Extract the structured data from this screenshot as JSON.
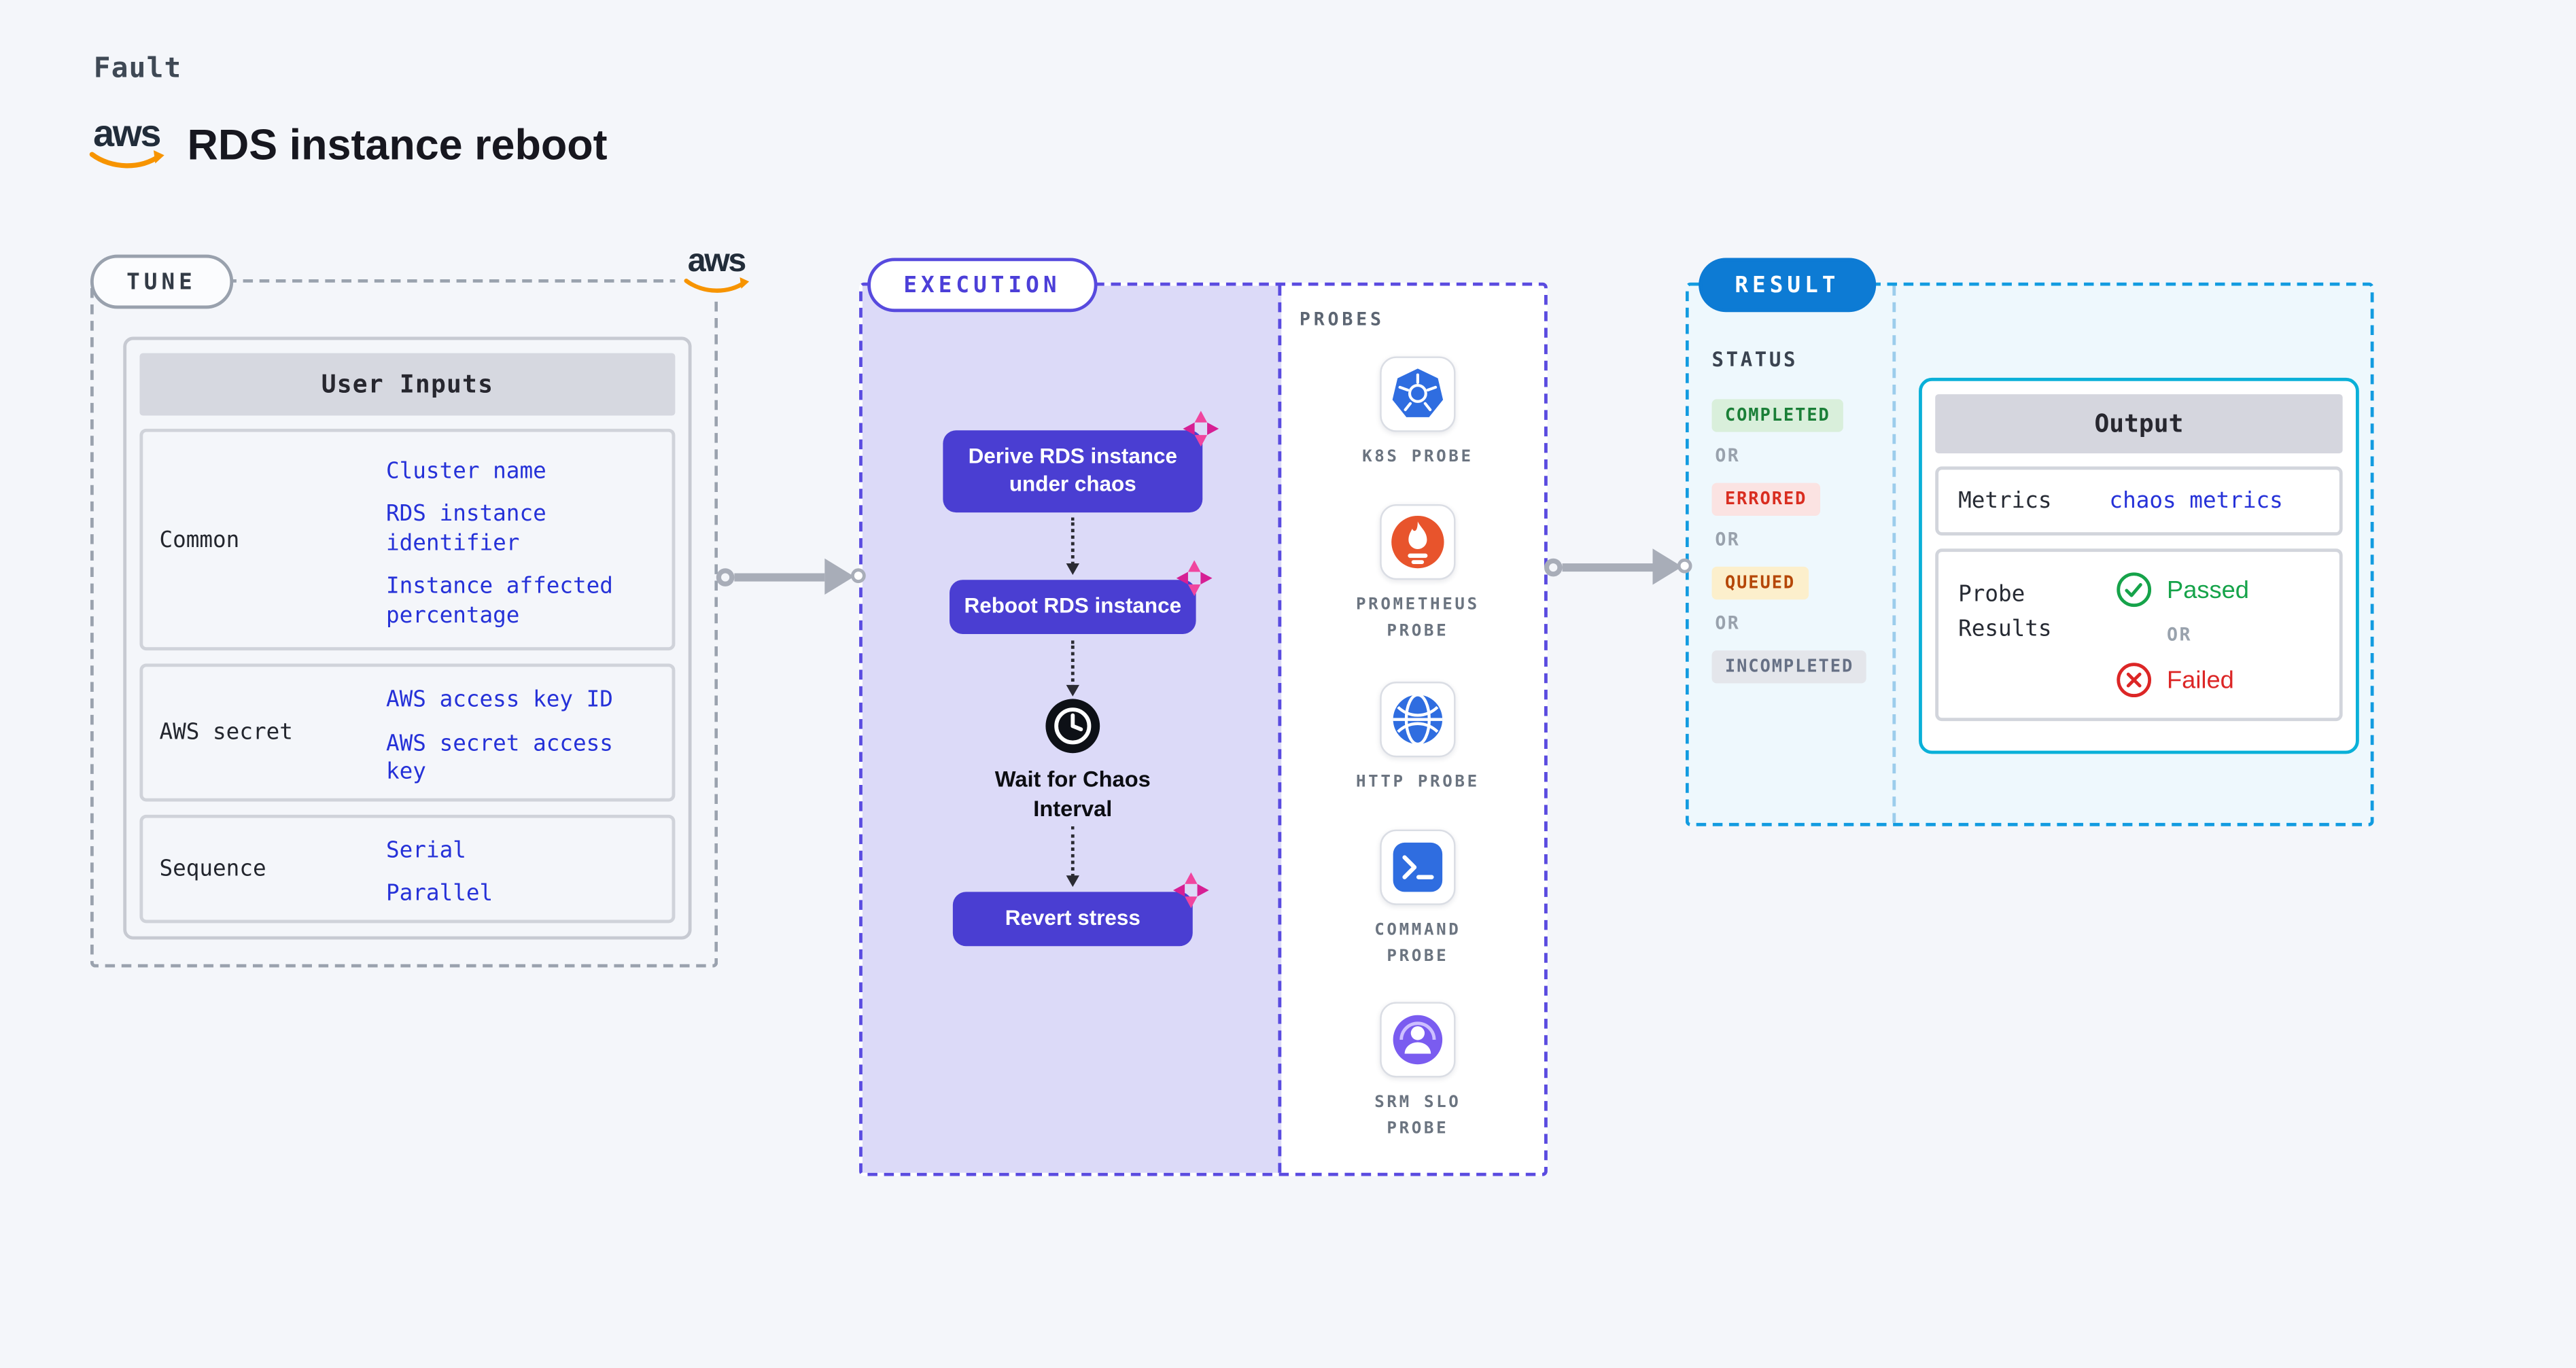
{
  "header": {
    "kind": "Fault",
    "title": "RDS instance reboot",
    "logo": "aws"
  },
  "tune": {
    "label": "TUNE",
    "logo": "aws",
    "table": {
      "header": "User Inputs",
      "rows": [
        {
          "label": "Common",
          "values": [
            "Cluster name",
            "RDS instance identifier",
            "Instance affected percentage"
          ]
        },
        {
          "label": "AWS secret",
          "values": [
            "AWS access key ID",
            "AWS secret access key"
          ]
        },
        {
          "label": "Sequence",
          "values": [
            "Serial",
            "Parallel"
          ]
        }
      ]
    }
  },
  "execution": {
    "label": "EXECUTION",
    "steps": [
      {
        "title": "Derive RDS instance under chaos",
        "icon": "chaos-icon"
      },
      {
        "title": "Reboot RDS instance",
        "icon": "chaos-icon"
      }
    ],
    "wait": "Wait for Chaos Interval",
    "wait_icon": "clock-icon",
    "revert": "Revert stress"
  },
  "probes": {
    "label": "PROBES",
    "items": [
      {
        "name": "K8S PROBE",
        "icon": "kubernetes-icon"
      },
      {
        "name": "PROMETHEUS PROBE",
        "icon": "prometheus-icon"
      },
      {
        "name": "HTTP PROBE",
        "icon": "globe-icon"
      },
      {
        "name": "COMMAND PROBE",
        "icon": "terminal-icon"
      },
      {
        "name": "SRM SLO PROBE",
        "icon": "srm-slo-icon"
      }
    ]
  },
  "result": {
    "label": "RESULT",
    "status_heading": "STATUS",
    "or": "OR",
    "statuses": [
      "COMPLETED",
      "ERRORED",
      "QUEUED",
      "INCOMPLETED"
    ],
    "output": {
      "header": "Output",
      "metrics_label": "Metrics",
      "metrics_link": "chaos metrics",
      "probe_results_label": "Probe Results",
      "passed": "Passed",
      "failed": "Failed"
    }
  },
  "colors": {
    "background": "#f4f6fa",
    "step_indigo": "#4a3ed2",
    "execution_border": "#5a4be0",
    "execution_panel": "#dcdaf8",
    "result_border": "#129be0",
    "result_pill": "#0d7bd4",
    "output_border": "#0ab0d8",
    "value_blue": "#2531d8",
    "passed_green": "#16a34a",
    "failed_red": "#dc2626",
    "queued_amber": "#b54708",
    "completed_green": "#1a7f37",
    "errored_red": "#d92d20",
    "chaos_pink": "#ee3d9f",
    "aws_orange": "#f79400",
    "arrow_gray": "#a8adb8"
  }
}
